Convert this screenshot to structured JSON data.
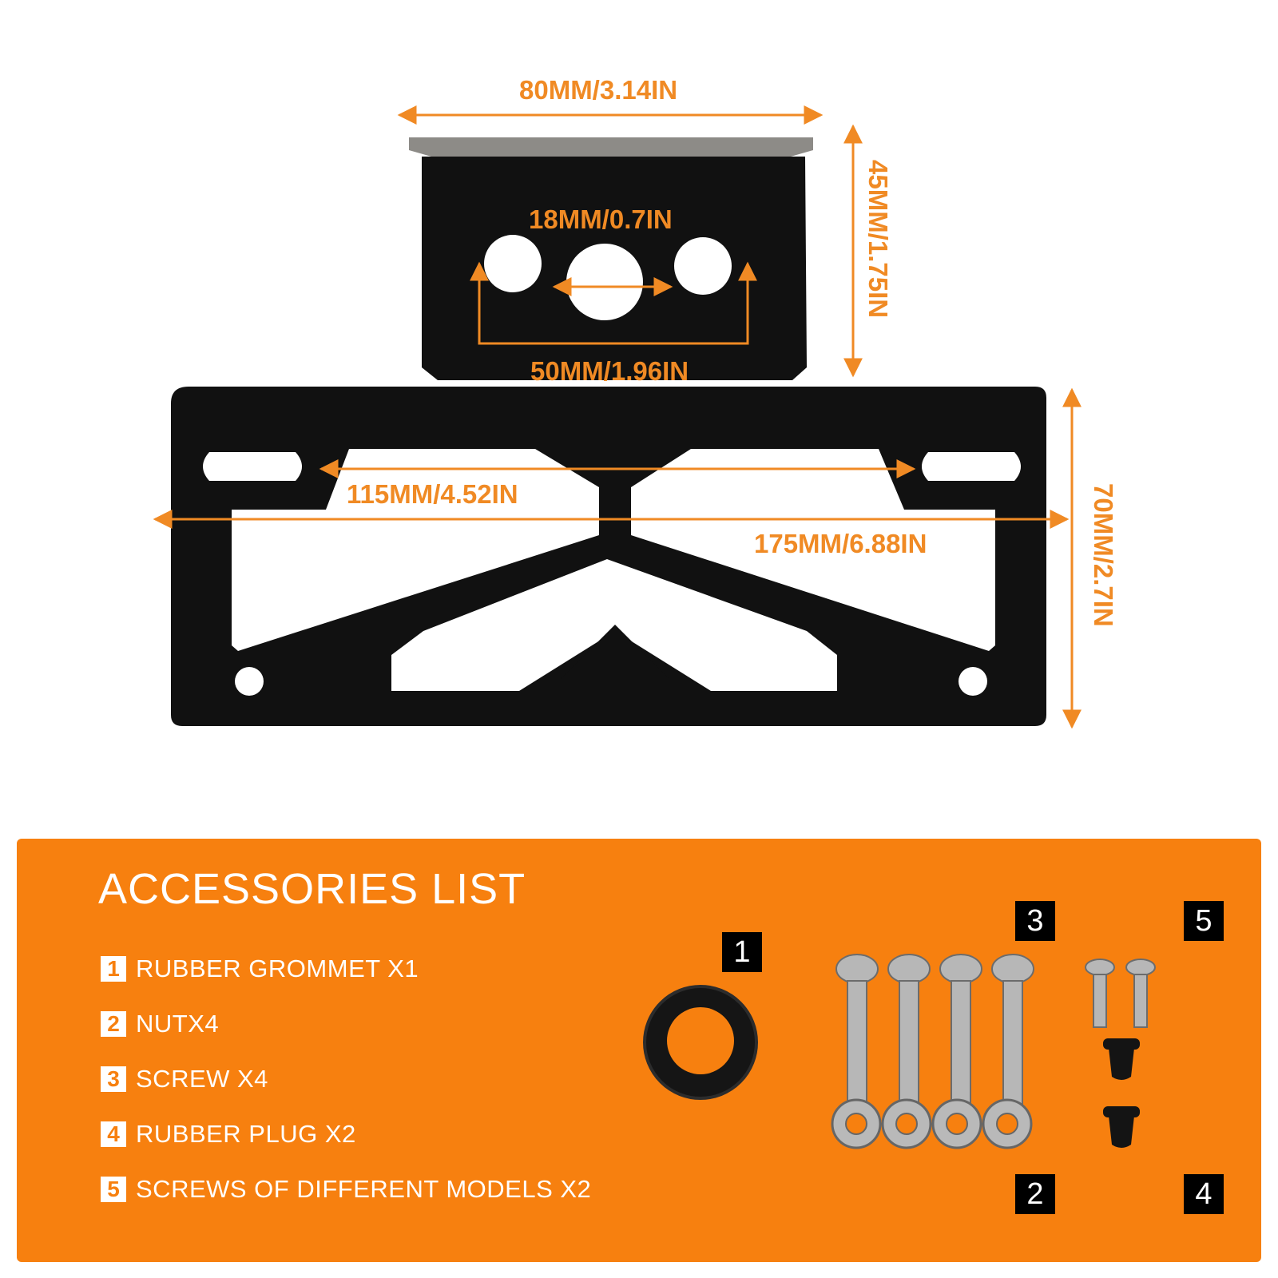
{
  "dimensions": {
    "top_width": "80MM/3.14IN",
    "hole_diameter": "18MM/0.7IN",
    "hole_spacing": "50MM/1.96IN",
    "bracket_height": "45MM/1.75IN",
    "slot_spacing": "115MM/4.52IN",
    "plate_width": "175MM/6.88IN",
    "plate_height": "70MM/2.7IN"
  },
  "accessories": {
    "title": "ACCESSORIES LIST",
    "items": [
      {
        "num": "1",
        "label": "RUBBER GROMMET X1"
      },
      {
        "num": "2",
        "label": "NUTX4"
      },
      {
        "num": "3",
        "label": "SCREW X4"
      },
      {
        "num": "4",
        "label": "RUBBER PLUG X2"
      },
      {
        "num": "5",
        "label": "SCREWS OF DIFFERENT MODELS X2"
      }
    ],
    "badges": [
      "1",
      "3",
      "5",
      "2",
      "4"
    ]
  },
  "colors": {
    "accent": "#f7800f",
    "dimension": "#f08a24",
    "metal": "#000000"
  }
}
